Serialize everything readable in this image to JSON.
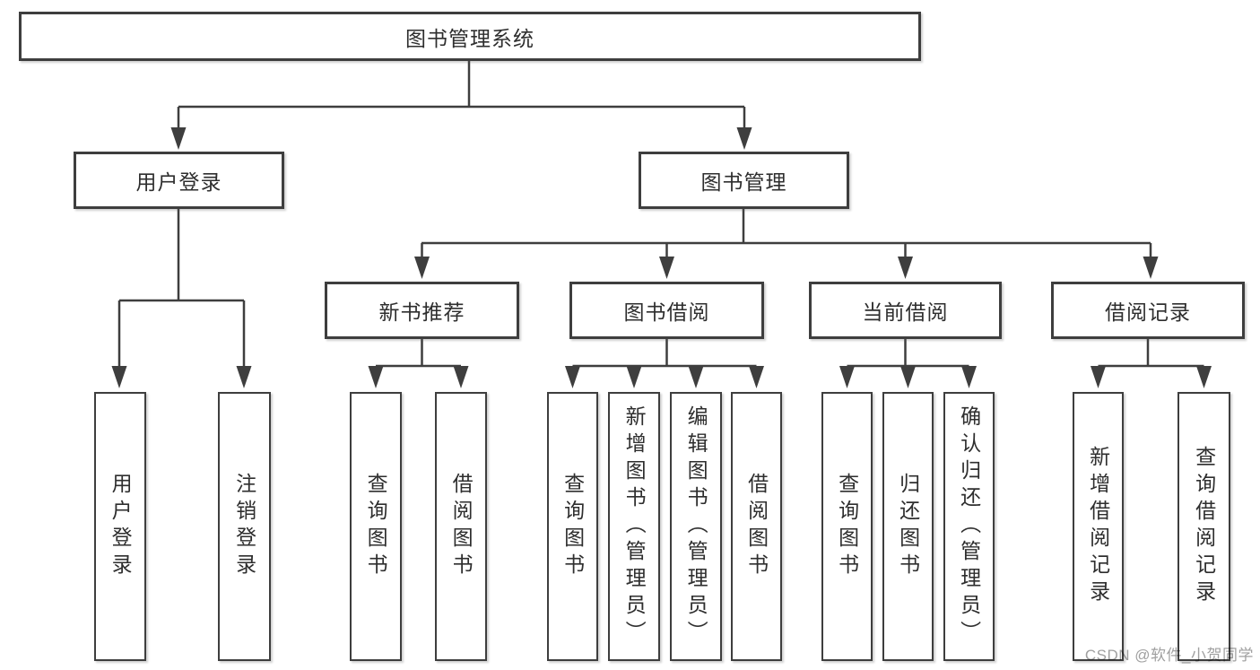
{
  "tree": {
    "label": "图书管理系统",
    "children": [
      {
        "label": "用户登录",
        "children": [
          {
            "label": "用户登录"
          },
          {
            "label": "注销登录"
          }
        ]
      },
      {
        "label": "图书管理",
        "children": [
          {
            "label": "新书推荐",
            "children": [
              {
                "label": "查询图书"
              },
              {
                "label": "借阅图书"
              }
            ]
          },
          {
            "label": "图书借阅",
            "children": [
              {
                "label": "查询图书"
              },
              {
                "label": "新增图书（管理员）"
              },
              {
                "label": "编辑图书（管理员）"
              },
              {
                "label": "借阅图书"
              }
            ]
          },
          {
            "label": "当前借阅",
            "children": [
              {
                "label": "查询图书"
              },
              {
                "label": "归还图书"
              },
              {
                "label": "确认归还（管理员）"
              }
            ]
          },
          {
            "label": "借阅记录",
            "children": [
              {
                "label": "新增借阅记录"
              },
              {
                "label": "查询借阅记录"
              }
            ]
          }
        ]
      }
    ]
  },
  "watermark": {
    "text": "CSDN @软件_小贺同学"
  },
  "colors": {
    "line": "#3e3e3e",
    "text": "#2e2e2e",
    "watermark": "#a0a0a0",
    "background": "#ffffff"
  }
}
